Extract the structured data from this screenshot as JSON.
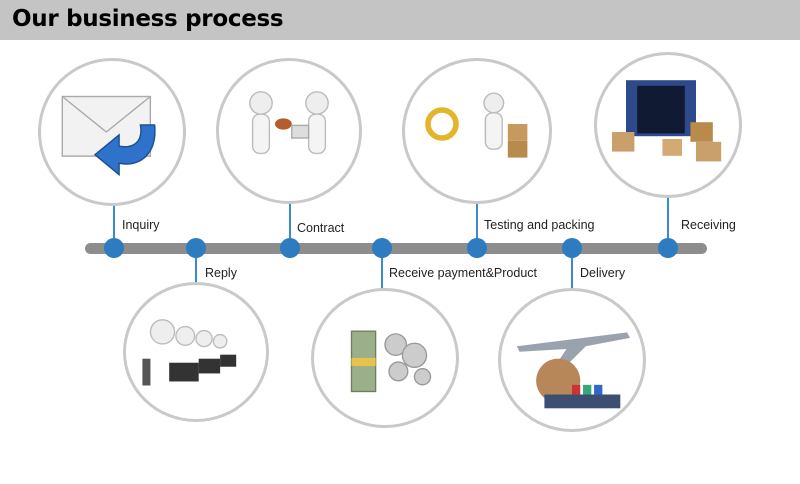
{
  "header": {
    "title": "Our business process"
  },
  "steps": [
    {
      "label": "Inquiry",
      "icon": "envelope-reply-icon"
    },
    {
      "label": "Reply",
      "icon": "call-center-icon"
    },
    {
      "label": "Contract",
      "icon": "contract-handshake-icon"
    },
    {
      "label": "Receive payment&Product",
      "icon": "money-gears-icon"
    },
    {
      "label": "Testing and packing",
      "icon": "inspection-packing-icon"
    },
    {
      "label": "Delivery",
      "icon": "airplane-ship-globe-icon"
    },
    {
      "label": "Receiving",
      "icon": "container-boxes-icon"
    }
  ],
  "colors": {
    "accent": "#2c7cbf",
    "bar": "#8d8d8d",
    "header": "#c4c4c4"
  }
}
